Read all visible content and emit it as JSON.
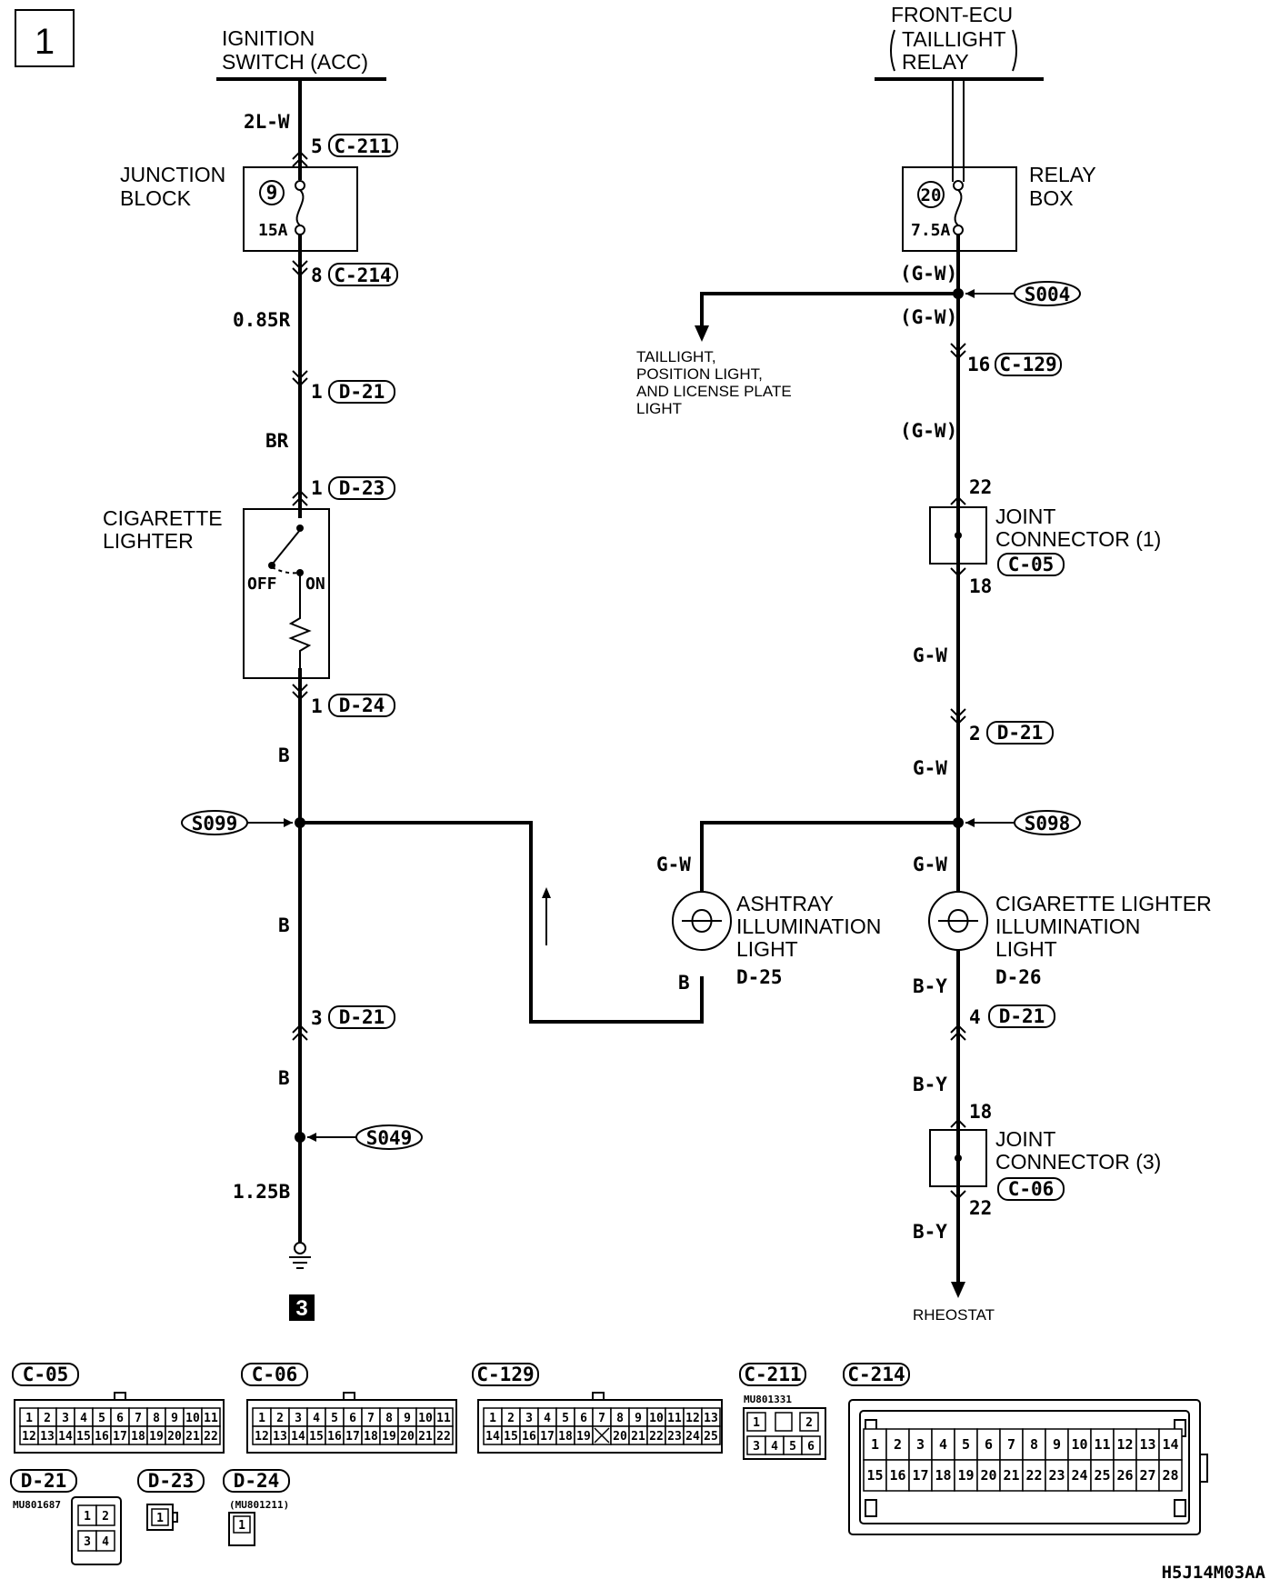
{
  "page_number": "1",
  "top_left_source": {
    "line1": "IGNITION",
    "line2": "SWITCH (ACC)"
  },
  "top_right_source": {
    "line1": "FRONT-ECU",
    "line2": "TAILLIGHT",
    "line3": "RELAY"
  },
  "junction_block": {
    "line1": "JUNCTION",
    "line2": "BLOCK",
    "fuse_no": "9",
    "rating": "15A"
  },
  "relay_box": {
    "line1": "RELAY",
    "line2": "BOX",
    "fuse_no": "20",
    "rating": "7.5A"
  },
  "cigarette_lighter": {
    "line1": "CIGARETTE",
    "line2": "LIGHTER",
    "off": "OFF",
    "on": "ON"
  },
  "ashtray_light": {
    "line1": "ASHTRAY",
    "line2": "ILLUMINATION",
    "line3": "LIGHT",
    "connector": "D-25"
  },
  "lighter_light": {
    "line1": "CIGARETTE LIGHTER",
    "line2": "ILLUMINATION",
    "line3": "LIGHT",
    "connector": "D-26"
  },
  "joint1": {
    "line1": "JOINT",
    "line2": "CONNECTOR (1)",
    "connector": "C-05",
    "pin_top": "22",
    "pin_bottom": "18"
  },
  "joint3": {
    "line1": "JOINT",
    "line2": "CONNECTOR (3)",
    "connector": "C-06",
    "pin_top": "18",
    "pin_bottom": "22"
  },
  "taillight_dest": {
    "line1": "TAILLIGHT,",
    "line2": "POSITION LIGHT,",
    "line3": "AND LICENSE PLATE",
    "line4": "LIGHT"
  },
  "rheostat": "RHEOSTAT",
  "ground_ref": "3",
  "splices": {
    "s004": "S004",
    "s098": "S098",
    "s099": "S099",
    "s049": "S049"
  },
  "wires": {
    "l1": "2L-W",
    "l2": "0.85R",
    "l3": "BR",
    "l4": "B",
    "l5": "B",
    "l6": "B",
    "l7": "1.25B",
    "r1": "(G-W)",
    "r2": "(G-W)",
    "r3": "(G-W)",
    "r4": "G-W",
    "r5": "G-W",
    "r6": "G-W",
    "r7": "B-Y",
    "r8": "B-Y",
    "r9": "B-Y",
    "m1": "G-W",
    "m2": "B"
  },
  "connectors": {
    "c211": {
      "pin": "5",
      "id": "C-211"
    },
    "c214": {
      "pin": "8",
      "id": "C-214"
    },
    "d21a": {
      "pin": "1",
      "id": "D-21"
    },
    "d23": {
      "pin": "1",
      "id": "D-23"
    },
    "d24": {
      "pin": "1",
      "id": "D-24"
    },
    "d21b": {
      "pin": "3",
      "id": "D-21"
    },
    "c129": {
      "pin": "16",
      "id": "C-129"
    },
    "d21c": {
      "pin": "2",
      "id": "D-21"
    },
    "d21d": {
      "pin": "4",
      "id": "D-21"
    }
  },
  "legend": {
    "c05": {
      "id": "C-05",
      "row1": [
        "1",
        "2",
        "3",
        "4",
        "5",
        "6",
        "7",
        "8",
        "9",
        "10",
        "11"
      ],
      "row2": [
        "12",
        "13",
        "14",
        "15",
        "16",
        "17",
        "18",
        "19",
        "20",
        "21",
        "22"
      ]
    },
    "c06": {
      "id": "C-06",
      "row1": [
        "1",
        "2",
        "3",
        "4",
        "5",
        "6",
        "7",
        "8",
        "9",
        "10",
        "11"
      ],
      "row2": [
        "12",
        "13",
        "14",
        "15",
        "16",
        "17",
        "18",
        "19",
        "20",
        "21",
        "22"
      ]
    },
    "c129": {
      "id": "C-129",
      "row1": [
        "1",
        "2",
        "3",
        "4",
        "5",
        "6",
        "7",
        "8",
        "9",
        "10",
        "11",
        "12",
        "13"
      ],
      "row2": [
        "14",
        "15",
        "16",
        "17",
        "18",
        "19",
        "",
        "20",
        "21",
        "22",
        "23",
        "24",
        "25"
      ]
    },
    "c211": {
      "id": "C-211",
      "part": "MU801331",
      "row1": [
        "1",
        "",
        "2"
      ],
      "row2": [
        "3",
        "4",
        "5",
        "6"
      ]
    },
    "c214": {
      "id": "C-214",
      "row1": [
        "1",
        "2",
        "3",
        "4",
        "5",
        "6",
        "7",
        "8",
        "9",
        "10",
        "11",
        "12",
        "13",
        "14"
      ],
      "row2": [
        "15",
        "16",
        "17",
        "18",
        "19",
        "20",
        "21",
        "22",
        "23",
        "24",
        "25",
        "26",
        "27",
        "28"
      ]
    },
    "d21": {
      "id": "D-21",
      "part": "MU801687",
      "cells": [
        "1",
        "2",
        "3",
        "4"
      ]
    },
    "d23": {
      "id": "D-23",
      "cells": [
        "1"
      ]
    },
    "d24": {
      "id": "D-24",
      "part": "(MU801211)",
      "cells": [
        "1"
      ]
    }
  },
  "figure_code": "H5J14M03AA"
}
